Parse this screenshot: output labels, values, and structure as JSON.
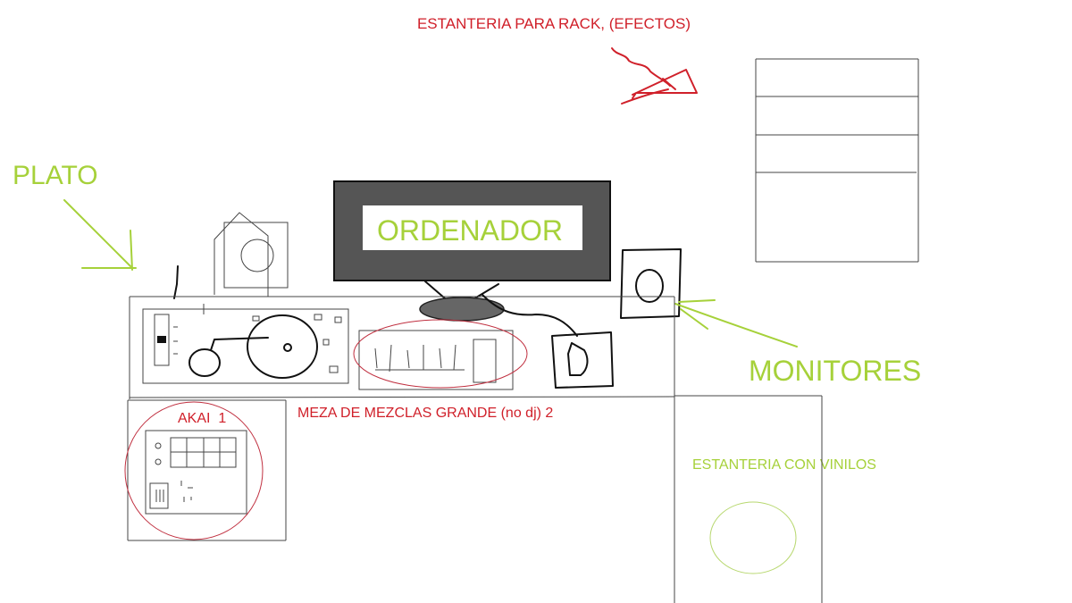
{
  "labels": {
    "rack_shelf": "ESTANTERIA PARA RACK, (EFECTOS)",
    "turntable": "PLATO",
    "computer": "ORDENADOR",
    "monitors": "MONITORES",
    "akai": "AKAI  1",
    "mixer": "MEZA DE MEZCLAS GRANDE (no dj) 2",
    "vinyl_shelf": "ESTANTERIA CON VINILOS"
  },
  "colors": {
    "red_label": "#d0202a",
    "green_label": "#a6d13a",
    "ink": "#111111",
    "monitor_screen": "#555555"
  }
}
